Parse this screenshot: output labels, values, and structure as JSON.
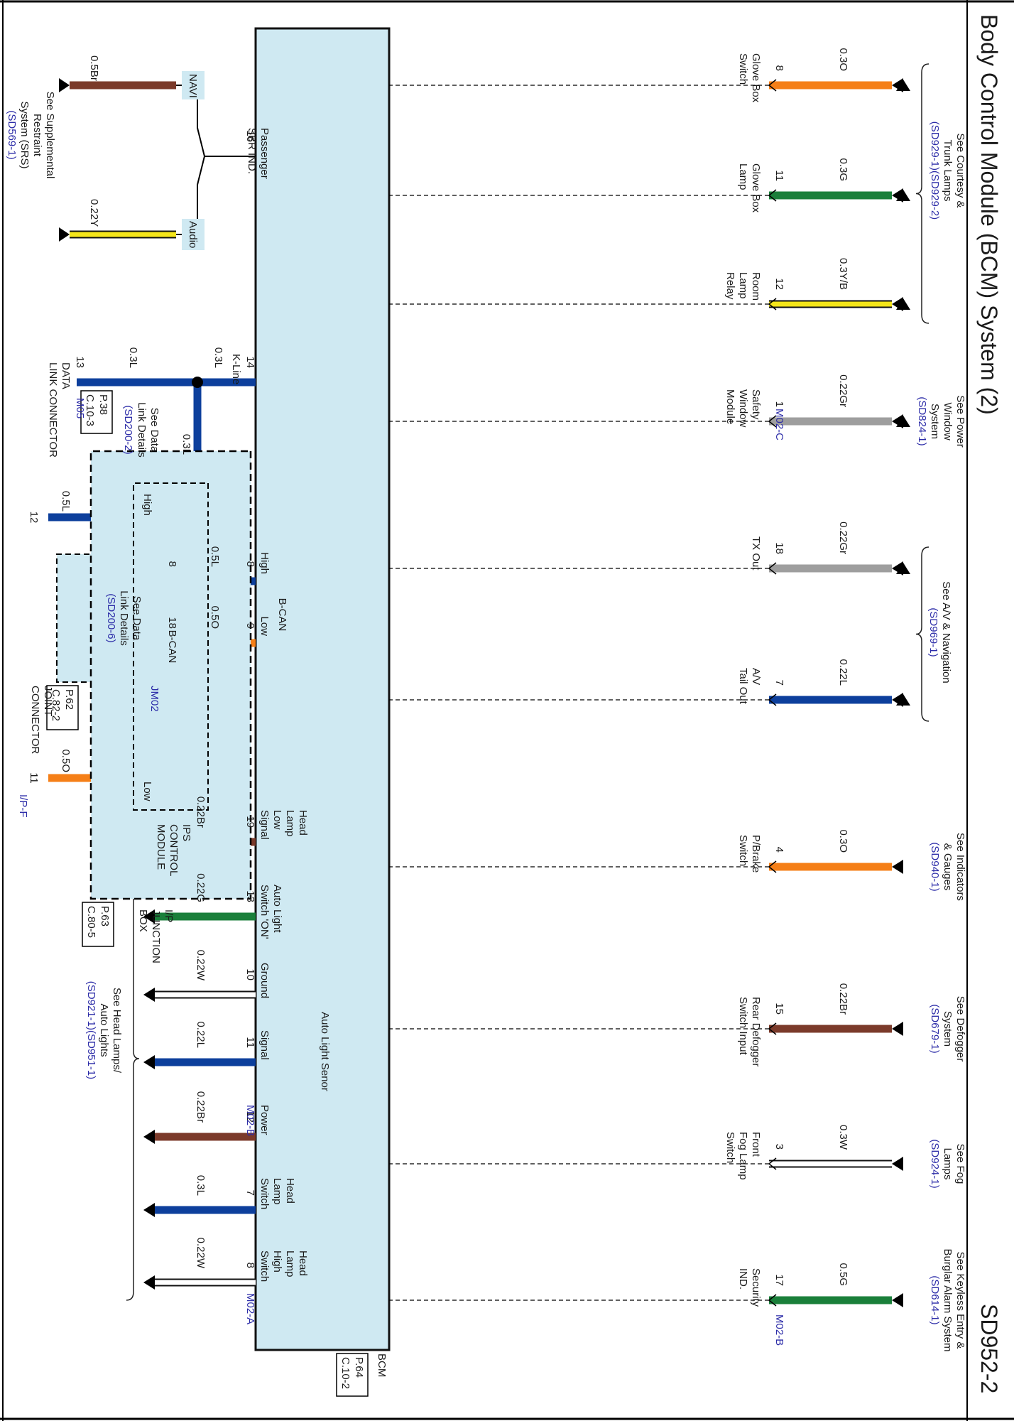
{
  "header": {
    "title": "Body Control Module (BCM) System (2)",
    "code": "SD952-2"
  },
  "bcm": {
    "name": "BCM",
    "loc_p": "P.64",
    "loc_c": "C.10-2"
  },
  "conn": {
    "m02c": "M02-C",
    "m02b": "M02-B",
    "m02b_top": "M02-B",
    "m02a": "M02-A"
  },
  "top_left": {
    "pins": [
      {
        "num": "8",
        "name": [
          "Glove Box",
          "Switch"
        ],
        "wire": "0.3O",
        "color": "#f57f17"
      },
      {
        "num": "11",
        "name": [
          "Glove Box",
          "Lamp"
        ],
        "wire": "0.3G",
        "color": "#1a7f3a"
      },
      {
        "num": "12",
        "name": [
          "Room",
          "Lamp",
          "Relay"
        ],
        "wire": "0.3Y/B",
        "color": "#f5e61a"
      },
      {
        "num": "1",
        "name": [
          "Safety",
          "Window",
          "Module"
        ],
        "wire": "0.22Gr",
        "color": "#9e9e9e"
      },
      {
        "num": "18",
        "name": [
          "TX Out"
        ],
        "wire": "0.22Gr",
        "color": "#9e9e9e"
      },
      {
        "num": "7",
        "name": [
          "A/V",
          "Tail Out"
        ],
        "wire": "0.22L",
        "color": "#0d3f9c"
      }
    ],
    "refs": [
      {
        "text": [
          "See Courtesy &",
          "Trunk Lamps"
        ],
        "ref": "(SD929-1)(SD929-2)"
      },
      {
        "text": [
          "See Power",
          "Window",
          "System"
        ],
        "ref": "(SD824-1)"
      },
      {
        "text": [
          "See A/V & Navigation"
        ],
        "ref": "(SD969-1)"
      }
    ]
  },
  "bottom_left": {
    "pins": [
      {
        "num": "4",
        "name": [
          "P/Brake",
          "Switch"
        ],
        "wire": "0.3O",
        "color": "#f57f17"
      },
      {
        "num": "15",
        "name": [
          "Rear Defogger",
          "Switch Input"
        ],
        "wire": "0.22Br",
        "color": "#7b3a2a"
      },
      {
        "num": "3",
        "name": [
          "Front",
          "Fog Lamp",
          "Switch"
        ],
        "wire": "0.3W",
        "color": "#ffffff"
      },
      {
        "num": "17",
        "name": [
          "Security",
          "IND."
        ],
        "wire": "0.5G",
        "color": "#1a7f3a"
      }
    ],
    "refs": [
      {
        "text": [
          "See Indicators",
          "& Gauges"
        ],
        "ref": "(SD940-1)"
      },
      {
        "text": [
          "See Defogger",
          "System"
        ],
        "ref": "(SD679-1)"
      },
      {
        "text": [
          "See Fog",
          "Lamps"
        ],
        "ref": "(SD924-1)"
      },
      {
        "text": [
          "See Keyless Entry &",
          "Burglar Alarm System"
        ],
        "ref": "(SD614-1)"
      }
    ]
  },
  "srs": {
    "pin": "16",
    "name": [
      "Passenger",
      "SBR IND."
    ],
    "nav": "NAVI",
    "audio": "Audio",
    "wire_nav": "0.5Br",
    "wire_audio": "0.22Y",
    "text": [
      "See Supplemental",
      "Restraint",
      "System (SRS)"
    ],
    "ref": "(SD569-1)"
  },
  "kline": {
    "pin": "14",
    "name": "K-Line",
    "wire1": "0.3L",
    "wire2": "0.3L",
    "wire3": "0.3L",
    "dlc": [
      "DATA",
      "LINK CONNECTOR"
    ],
    "dlc_pin": "13",
    "dlc_conn": "M05",
    "dlc_p": "P.38",
    "dlc_c": "C.10-3",
    "detail_text": [
      "See Data",
      "Link Details"
    ],
    "detail_ref": "(SD200-2)"
  },
  "bcan": {
    "label": "B-CAN",
    "high": "High",
    "low": "Low",
    "pin_high": "8",
    "pin_low": "9",
    "wire_high": "0.5L",
    "wire_low": "0.5O",
    "joint": [
      "JOINT",
      "CONNECTOR"
    ],
    "joint_conn": "JM02",
    "joint_p": "P.62",
    "joint_c": "C.82-2",
    "joint_pin_high": "8",
    "joint_pin_low": "18",
    "joint_text": [
      "See Data",
      "Link Details"
    ],
    "joint_ref": "(SD200-6)",
    "ips_wire_high": "0.5L",
    "ips_wire_low": "0.5O",
    "ips_pin_high": "12",
    "ips_pin_low": "11",
    "ips_conn": "I/P-F"
  },
  "ips": {
    "name": [
      "IPS",
      "CONTROL",
      "MODULE"
    ],
    "bcan": "B-CAN",
    "high": "High",
    "low": "Low",
    "jb": [
      "I/P",
      "JUNCTION",
      "BOX"
    ],
    "jb_p": "P.63",
    "jb_c": "C.80-5"
  },
  "bottom_right": {
    "pins": [
      {
        "num": "19",
        "name": [
          "Head",
          "Lamp",
          "Low",
          "Signal"
        ],
        "wire": "0.22Br",
        "color": "#7b3a2a"
      },
      {
        "num": "13",
        "name": [
          "Auto Light",
          "Switch 'ON'"
        ],
        "wire": "0.22G",
        "color": "#1a7f3a"
      },
      {
        "num": "10",
        "name": [
          "Ground"
        ],
        "wire": "0.22W",
        "color": "#ffffff"
      },
      {
        "num": "11",
        "name": [
          "Signal"
        ],
        "wire": "0.22L",
        "color": "#0d3f9c"
      },
      {
        "num": "12",
        "name": [
          "Power"
        ],
        "wire": "0.22Br",
        "color": "#7b3a2a"
      },
      {
        "num": "7",
        "name": [
          "Head",
          "Lamp",
          "Switch"
        ],
        "wire": "0.3L",
        "color": "#0d3f9c"
      },
      {
        "num": "8",
        "name": [
          "Head",
          "Lamp",
          "High",
          "Switch"
        ],
        "wire": "0.22W",
        "color": "#ffffff"
      }
    ],
    "sensor_label": "Auto Light Senor",
    "text": [
      "See Head Lamps/",
      "Auto Lights"
    ],
    "ref": "(SD921-1)(SD951-1)"
  },
  "colors": {
    "module_fill": "#cfe9f2",
    "orange": "#f57f17",
    "blue": "#0d3f9c",
    "brown": "#7b3a2a",
    "green": "#1a7f3a",
    "yellow": "#f5e61a",
    "gray": "#9e9e9e",
    "ref_blue": "#2c2ca8"
  }
}
